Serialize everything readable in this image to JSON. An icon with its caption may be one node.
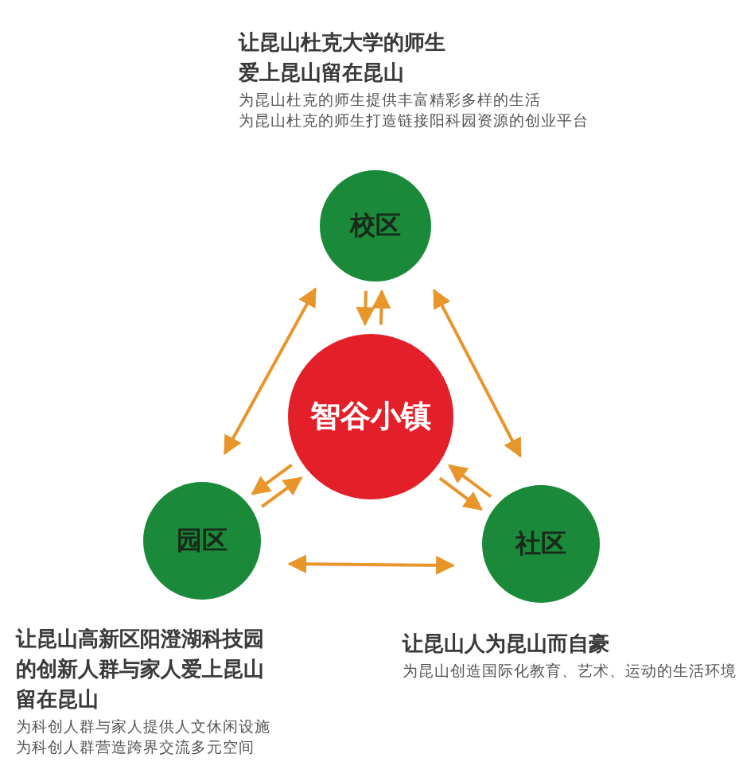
{
  "diagram": {
    "nodes": [
      {
        "text": [
          "校区"
        ],
        "beside": [
          "让昆山杜克大学的师生爱上昆山留在昆山",
          "为昆山杜克的师生提供丰富精彩多样的生活",
          "为昆山杜克的师生打造链接阳科园资源的创业平台"
        ]
      },
      {
        "text": [
          "智谷小镇"
        ]
      },
      {
        "text": [
          "园区"
        ],
        "beside": [
          "让昆山高新区阳澄湖科技园的创新人群与家人爱上昆山留在昆山",
          "为科创人群与家人提供人文休闲设施",
          "为科创人群营造跨界交流多元空间"
        ]
      },
      {
        "text": [
          "社区"
        ],
        "beside": [
          "让昆山人为昆山而自豪",
          "为昆山创造国际化教育、艺术、运动的生活环境"
        ]
      }
    ],
    "edges": [
      {
        "from": 0,
        "to": 1,
        "arrow": "to"
      },
      {
        "from": 1,
        "to": 0,
        "arrow": "to"
      },
      {
        "from": 0,
        "to": 2,
        "arrow": "both"
      },
      {
        "from": 0,
        "to": 3,
        "arrow": "both"
      },
      {
        "from": 1,
        "to": 2,
        "arrow": "to"
      },
      {
        "from": 2,
        "to": 1,
        "arrow": "to"
      },
      {
        "from": 1,
        "to": 3,
        "arrow": "to"
      },
      {
        "from": 3,
        "to": 1,
        "arrow": "to"
      },
      {
        "from": 2,
        "to": 3,
        "arrow": "both"
      }
    ]
  }
}
